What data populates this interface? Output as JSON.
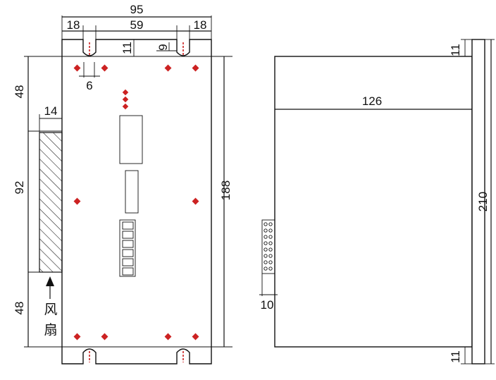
{
  "front_view": {
    "dims": {
      "overall_width": "95",
      "left_margin": "18",
      "center_span": "59",
      "right_margin": "18",
      "slot_depth": "11",
      "slot_offset": "9",
      "hole_dia": "6",
      "top_section": "48",
      "fan_width": "14",
      "fan_height": "92",
      "bottom_section": "48",
      "overall_height": "188"
    },
    "fan_label_line1": "风",
    "fan_label_line2": "扇"
  },
  "side_view": {
    "dims": {
      "depth": "126",
      "flange_top": "11",
      "overall_height": "210",
      "connector_offset": "10",
      "flange_bottom": "11"
    }
  },
  "colors": {
    "line": "#111111",
    "hole_marker": "#cc2222",
    "background": "#ffffff"
  }
}
